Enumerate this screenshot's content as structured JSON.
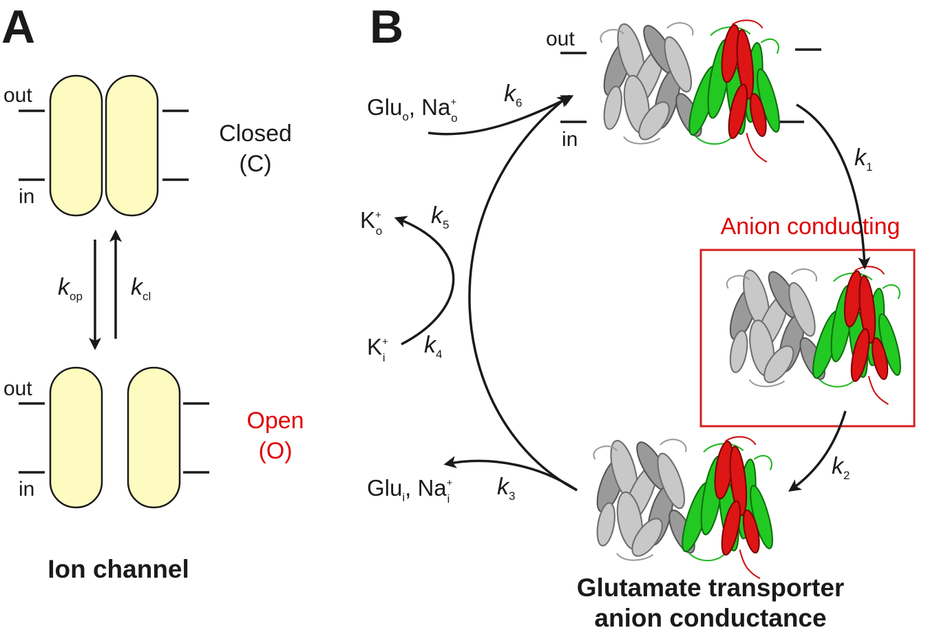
{
  "panel_a": {
    "letter": "A",
    "closed_out_label": "out",
    "closed_in_label": "in",
    "closed_state": "Closed",
    "closed_abbrev": "(C)",
    "rate_open": "k",
    "rate_open_sub": "op",
    "rate_close": "k",
    "rate_close_sub": "cl",
    "open_out_label": "out",
    "open_in_label": "in",
    "open_state": "Open",
    "open_abbrev": "(O)",
    "title": "Ion channel",
    "pill_color": "#fdfbc0",
    "open_color": "#e00000"
  },
  "panel_b": {
    "letter": "B",
    "out_label": "out",
    "in_label": "in",
    "k1": "k",
    "k1_sub": "1",
    "k2": "k",
    "k2_sub": "2",
    "k3": "k",
    "k3_sub": "3",
    "k4": "k",
    "k4_sub": "4",
    "k5": "k",
    "k5_sub": "5",
    "k6": "k",
    "k6_sub": "6",
    "glu_o": "Glu",
    "glu_o_sub": "o",
    "na_o": ", Na",
    "na_o_sup": "+",
    "na_o_sub": "o",
    "glu_i": "Glu",
    "glu_i_sub": "i",
    "na_i": ", Na",
    "na_i_sup": "+",
    "na_i_sub": "i",
    "k_o": "K",
    "k_o_sup": "+",
    "k_o_sub": "o",
    "k_i": "K",
    "k_i_sup": "+",
    "k_i_sub": "i",
    "anion_label": "Anion conducting",
    "title_line1": "Glutamate transporter",
    "title_line2": "anion conductance",
    "highlight_color": "#d42020",
    "domain_colors": {
      "scaffold": "#c8c8c8",
      "transport_green": "#22c922",
      "transport_red": "#dd1515"
    }
  }
}
